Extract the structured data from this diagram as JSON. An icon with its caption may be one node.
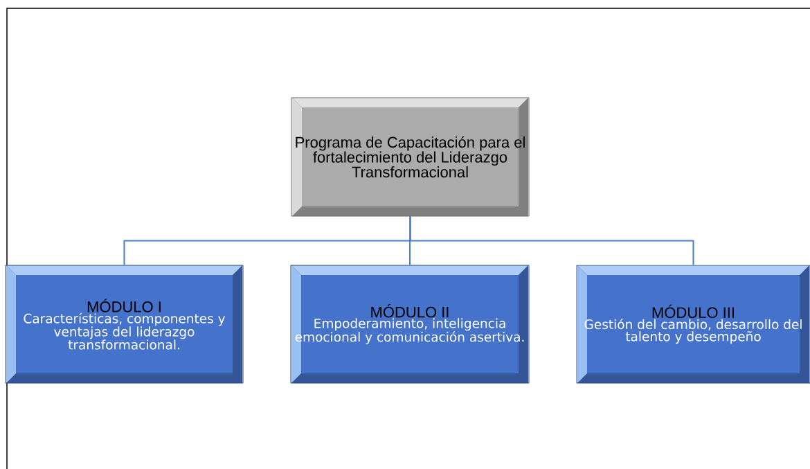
{
  "diagram": {
    "nodes": [
      {
        "text": [
          "Programa de Capacitación para el fortalecimiento del Liderazgo Transformacional"
        ]
      },
      {
        "text": [
          "MÓDULO I",
          "Características, componentes y ventajas del liderazgo transformacional."
        ]
      },
      {
        "text": [
          "MÓDULO II",
          "Empoderamiento, inteligencia emocional y comunicación asertiva."
        ]
      },
      {
        "text": [
          "MÓDULO III",
          "Gestión del cambio, desarrollo del talento y desempeño"
        ]
      }
    ],
    "edges": [
      {
        "from": 0,
        "to": 1,
        "arrow": "none"
      },
      {
        "from": 0,
        "to": 2,
        "arrow": "none"
      },
      {
        "from": 0,
        "to": 3,
        "arrow": "none"
      }
    ]
  }
}
